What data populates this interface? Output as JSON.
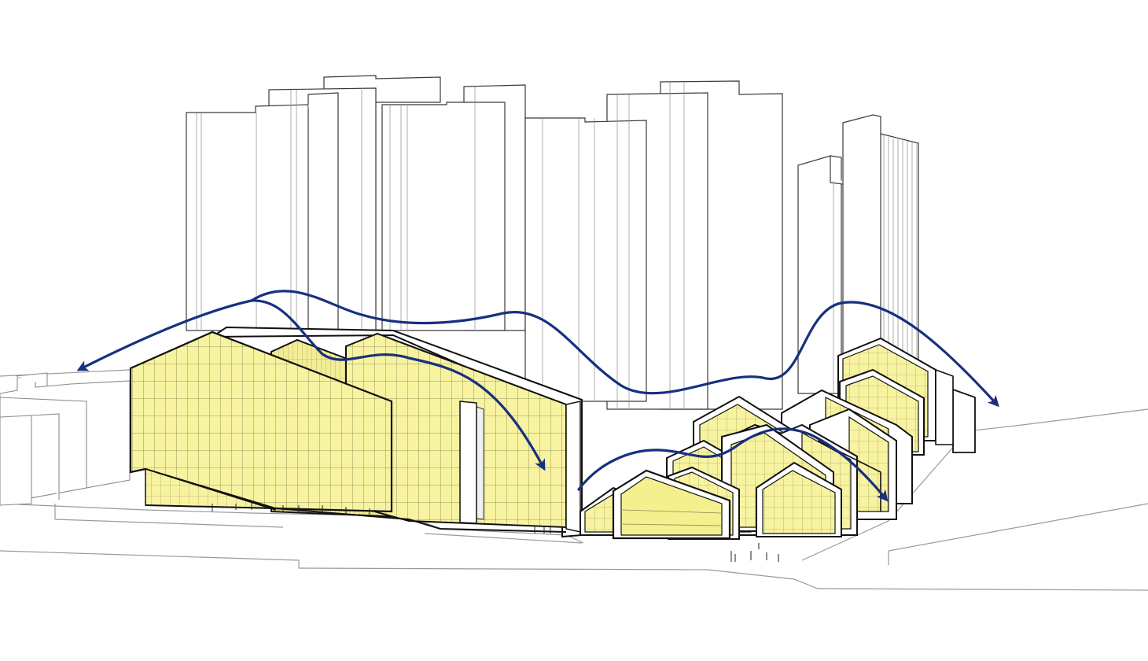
{
  "diagram": {
    "title": "",
    "labels": []
  },
  "palette": {
    "background": "#ffffff",
    "outline": "#222222",
    "context_line": "#9a9a9a",
    "facade_yellow": "#f7f3a0",
    "grid_line": "#8a8a55",
    "flow_arrow": "#17307f"
  },
  "flow_arrows": [
    {
      "name": "left-arrow",
      "points_to": "west"
    },
    {
      "name": "upper-long-arrow",
      "points_to": "east"
    },
    {
      "name": "center-down-arrow",
      "points_to": "south"
    },
    {
      "name": "lower-loop-arrow",
      "points_to": "southeast"
    }
  ]
}
